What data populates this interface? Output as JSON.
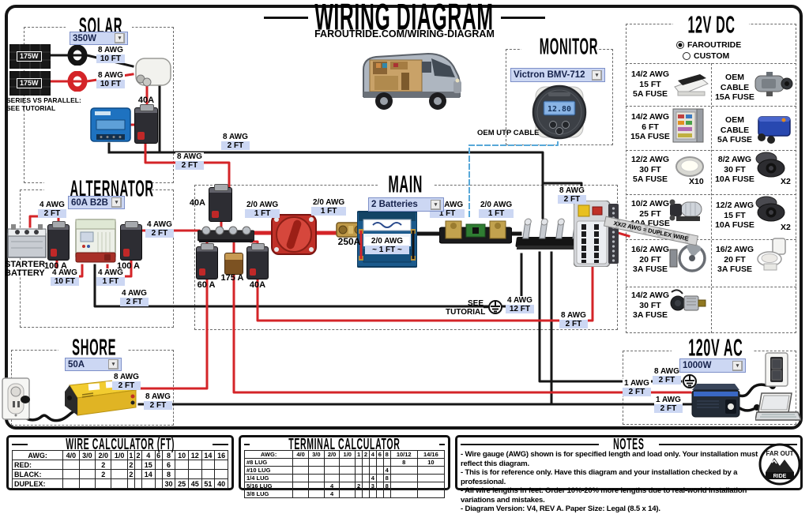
{
  "header": {
    "title": "WIRING DIAGRAM",
    "subtitle": "FAROUTRIDE.COM/WIRING-DIAGRAM"
  },
  "solar": {
    "title": "SOLAR",
    "dropdown": "350W",
    "panel1": "175W",
    "panel2": "175W",
    "note_line1": "SERIES VS PARALLEL:",
    "note_line2": "SEE TUTORIAL",
    "breaker": "40A"
  },
  "alternator": {
    "title": "ALTERNATOR",
    "dropdown": "60A B2B",
    "battery_line1": "STARTER",
    "battery_line2": "BATTERY",
    "breaker_left": "100 A",
    "breaker_right": "100 A"
  },
  "main": {
    "title": "MAIN",
    "dropdown": "2 Batteries",
    "breaker_top": "40A",
    "fuse_main": "250A",
    "breaker_60": "60 A",
    "fuse_175": "175 A",
    "breaker_40": "40A",
    "see_line1": "SEE",
    "see_line2": "TUTORIAL"
  },
  "monitor": {
    "title": "MONITOR",
    "dropdown": "Victron BMV-712",
    "display": "12.80",
    "cable": "OEM UTP CABLE"
  },
  "dc12": {
    "title": "12V DC",
    "radio_selected": "FAROUTRIDE",
    "radio_other": "CUSTOM",
    "ribbon": "XX/2 AWG = DUPLEX WIRE",
    "items": [
      {
        "l1": "14/2 AWG",
        "l2": "15 FT",
        "l3": "5A FUSE",
        "qty": "",
        "icon": "roof-fan"
      },
      {
        "l1": "OEM CABLE",
        "l2": "15A FUSE",
        "l3": "",
        "qty": "",
        "icon": "diesel-heater"
      },
      {
        "l1": "14/2 AWG",
        "l2": "6 FT",
        "l3": "15A FUSE",
        "qty": "",
        "icon": "fridge"
      },
      {
        "l1": "OEM CABLE",
        "l2": "5A FUSE",
        "l3": "",
        "qty": "",
        "icon": "water-heater"
      },
      {
        "l1": "12/2 AWG",
        "l2": "30 FT",
        "l3": "5A FUSE",
        "qty": "X10",
        "icon": "puck-light"
      },
      {
        "l1": "8/2 AWG",
        "l2": "30 FT",
        "l3": "10A FUSE",
        "qty": "X2",
        "icon": "dc-socket"
      },
      {
        "l1": "10/2 AWG",
        "l2": "25 FT",
        "l3": "10A FUSE",
        "qty": "",
        "icon": "water-pump"
      },
      {
        "l1": "12/2 AWG",
        "l2": "15 FT",
        "l3": "10A FUSE",
        "qty": "X2",
        "icon": "dc-socket"
      },
      {
        "l1": "16/2 AWG",
        "l2": "20 FT",
        "l3": "3A FUSE",
        "qty": "",
        "icon": "vent-fan"
      },
      {
        "l1": "16/2 AWG",
        "l2": "20 FT",
        "l3": "3A FUSE",
        "qty": "",
        "icon": "toilet"
      },
      {
        "l1": "14/2 AWG",
        "l2": "30 FT",
        "l3": "3A FUSE",
        "qty": "",
        "icon": "gas-valve"
      }
    ]
  },
  "shore": {
    "title": "SHORE",
    "dropdown": "50A"
  },
  "ac120": {
    "title": "120V AC",
    "dropdown": "1000W"
  },
  "wire_labels": {
    "solar_top": {
      "g": "8 AWG",
      "l": "10 FT"
    },
    "solar_bottom": {
      "g": "8 AWG",
      "l": "10 FT"
    },
    "solar_neg": {
      "g": "8 AWG",
      "l": "2 FT"
    },
    "solar_pos": {
      "g": "8 AWG",
      "l": "2 FT"
    },
    "alt_start": {
      "g": "4 AWG",
      "l": "2 FT"
    },
    "alt_in": {
      "g": "4 AWG",
      "l": "10 FT"
    },
    "alt_out": {
      "g": "4 AWG",
      "l": "1 FT"
    },
    "alt_pos": {
      "g": "4 AWG",
      "l": "2 FT"
    },
    "alt_neg": {
      "g": "4 AWG",
      "l": "2 FT"
    },
    "bus_switch": {
      "g": "2/0 AWG",
      "l": "1 FT"
    },
    "switch_fuse": {
      "g": "2/0 AWG",
      "l": "1 FT"
    },
    "batt_jumper": {
      "g": "2/0 AWG",
      "l": "~ 1 FT ~"
    },
    "batt_shunt": {
      "g": "2/0 AWG",
      "l": "1 FT"
    },
    "shunt_bus": {
      "g": "2/0 AWG",
      "l": "1 FT"
    },
    "fb_neg": {
      "g": "8 AWG",
      "l": "2 FT"
    },
    "fb_pos": {
      "g": "8 AWG",
      "l": "2 FT"
    },
    "gnd_main": {
      "g": "4 AWG",
      "l": "12 FT"
    },
    "shore_pos": {
      "g": "8 AWG",
      "l": "2 FT"
    },
    "shore_neg": {
      "g": "8 AWG",
      "l": "2 FT"
    },
    "inv_gnd": {
      "g": "8 AWG",
      "l": "2 FT"
    },
    "inv_pos": {
      "g": "1 AWG",
      "l": "2 FT"
    },
    "inv_neg": {
      "g": "1 AWG",
      "l": "2 FT"
    }
  },
  "tables": {
    "wire": {
      "title": "WIRE CALCULATOR (FT)",
      "headers": [
        "AWG:",
        "4/0",
        "3/0",
        "2/0",
        "1/0",
        "1",
        "2",
        "4",
        "6",
        "8",
        "10",
        "12",
        "14",
        "16"
      ],
      "rows": [
        {
          "label": "RED:",
          "cells": [
            "",
            "",
            "2",
            "",
            "2",
            "",
            "15",
            "",
            "6",
            "",
            "",
            "",
            ""
          ]
        },
        {
          "label": "BLACK:",
          "cells": [
            "",
            "",
            "2",
            "",
            "2",
            "",
            "14",
            "",
            "8",
            "",
            "",
            "",
            ""
          ]
        },
        {
          "label": "DUPLEX:",
          "cells": [
            "",
            "",
            "",
            "",
            "",
            "",
            "",
            "",
            "30",
            "25",
            "45",
            "51",
            "40"
          ]
        }
      ]
    },
    "terminal": {
      "title": "TERMINAL CALCULATOR",
      "headers": [
        "AWG:",
        "4/0",
        "3/0",
        "2/0",
        "1/0",
        "1",
        "2",
        "4",
        "6",
        "8",
        "10/12",
        "14/16"
      ],
      "rows": [
        {
          "label": "#8 LUG",
          "cells": [
            "",
            "",
            "",
            "",
            "",
            "",
            "",
            "",
            "",
            "8",
            "10"
          ]
        },
        {
          "label": "#10 LUG",
          "cells": [
            "",
            "",
            "",
            "",
            "",
            "",
            "",
            "",
            "4",
            "",
            ""
          ]
        },
        {
          "label": "1/4 LUG",
          "cells": [
            "",
            "",
            "",
            "",
            "",
            "",
            "4",
            "",
            "8",
            "",
            ""
          ]
        },
        {
          "label": "5/16 LUG",
          "cells": [
            "",
            "",
            "4",
            "",
            "2",
            "",
            "3",
            "",
            "8",
            "",
            ""
          ]
        },
        {
          "label": "3/8 LUG",
          "cells": [
            "",
            "",
            "4",
            "",
            "",
            "",
            "",
            "",
            "",
            "",
            ""
          ]
        }
      ]
    }
  },
  "notes": {
    "title": "NOTES",
    "lines": [
      "- Wire gauge (AWG) shown is for specified length and load only. Your installation must reflect this diagram.",
      "- This is for reference only. Have this diagram and your installation checked by a professional.",
      "- All wire lengths in feet. Order 10%-20% more lengths due to real-world installation variations and mistakes.",
      "- Diagram Version: V4, REV A. Paper Size: Legal (8.5 x 14)."
    ]
  },
  "logo": {
    "top": "FAR OUT",
    "bottom": "RIDE"
  },
  "colors": {
    "wire_red": "#d42428",
    "wire_black": "#161616",
    "label_highlight": "#ccd7f3",
    "utp_blue": "#58a8d8",
    "mppt_blue": "#1e72c0",
    "charger_yellow": "#f2cc30"
  }
}
